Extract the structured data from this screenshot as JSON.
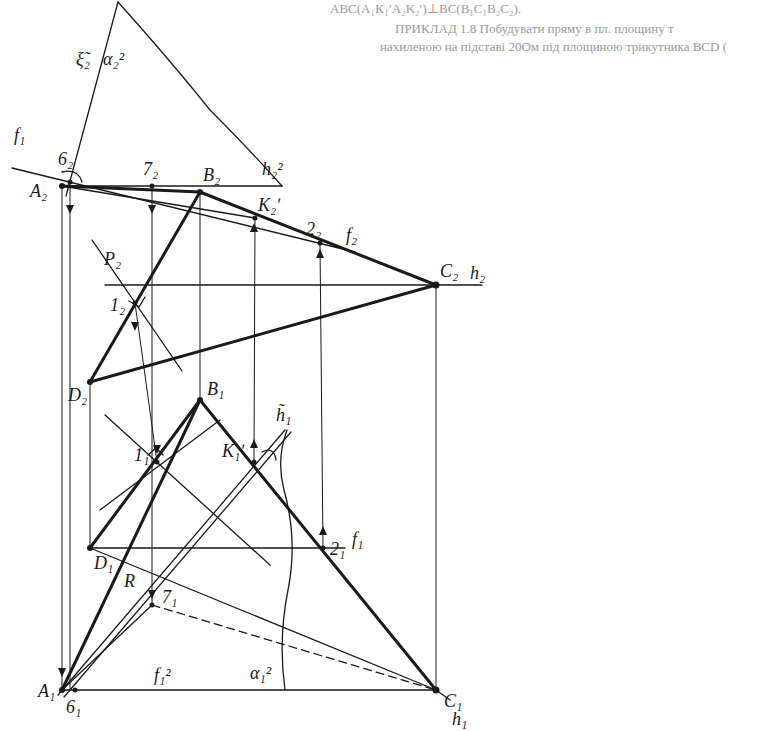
{
  "diagram": {
    "labels": [
      "ABC(A₁K₁ʹA₂K₂ʹ)⊥BC(B₁C₁B₂C₂).",
      "ПРИКЛАД 1.8 Побудувати пряму в пл. площину т",
      "нахиленою на підставі 20Ом під площиною трикутника BCD (",
      "α₂²",
      "ξ̃₂",
      "f₁",
      "6₂",
      "7₂",
      "h₂²",
      "A₂",
      "B₂",
      "K₂ʹ",
      "2₂",
      "f₂",
      "P₂",
      "1₂",
      "C₂",
      "h₂",
      "D₂",
      "B₁",
      "1₁",
      "K₁ʹ",
      "h̃₁",
      "D₁",
      "2₁",
      "f₁",
      "R",
      "7₁",
      "A₁",
      "6₁",
      "f₁²",
      "α₁²",
      "C₁",
      "h₁"
    ]
  }
}
